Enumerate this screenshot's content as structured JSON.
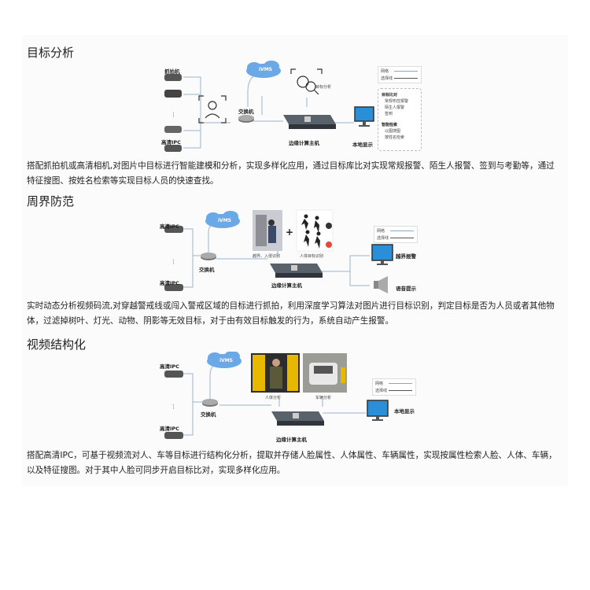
{
  "sections": [
    {
      "title": "目标分析",
      "description": "搭配抓拍机或高清相机,对图片中目标进行智能建模和分析，实现多样化应用，通过目标库比对实现常规报警、陌生人报警、签到与考勤等，通过特征搜图、按姓名检索等实现目标人员的快速查找。",
      "labels": {
        "snap_camera": "抓拍机",
        "ipc": "高清IPC",
        "cloud": "iVMS",
        "switch": "交换机",
        "target_analysis": "目标分析",
        "edge_host": "边缘计算主机",
        "local_display": "本地显示",
        "legend_network": "网络",
        "legend_picture": "选择线",
        "group1_title": "目标比对",
        "group1_items": [
          "常规布控报警",
          "陌生人报警",
          "签到"
        ],
        "group2_title": "智能检索",
        "group2_items": [
          "以图搜图",
          "按姓名检索"
        ]
      }
    },
    {
      "title": "周界防范",
      "description": "实时动态分析视频码流,对穿越警戒线或闯入警戒区域的目标进行抓拍，利用深度学习算法对图片进行目标识别，判定目标是否为人员或者其他物体，过滤掉树叶、灯光、动物、阴影等无效目标，对于由有效目标触发的行为，系统自动产生报警。",
      "labels": {
        "ipc_top": "高清IPC",
        "ipc_bottom": "高清IPC",
        "cloud": "iVMS",
        "switch": "交换机",
        "intrusion": "越界、入侵识别",
        "human_detect": "人体目标识别",
        "edge_host": "边缘计算主机",
        "border_alarm": "越界报警",
        "voice_prompt": "语音提示",
        "legend_network": "网络",
        "legend_picture": "选择线"
      }
    },
    {
      "title": "视频结构化",
      "description": "搭配高清IPC，可基于视频流对人、车等目标进行结构化分析，提取并存储人脸属性、人体属性、车辆属性，实现按属性检索人脸、人体、车辆，以及特征搜图。对于其中人脸可同步开启目标比对，实现多样化应用。",
      "labels": {
        "ipc_top": "高清IPC",
        "ipc_bottom": "高清IPC",
        "cloud": "iVMS",
        "switch": "交换机",
        "human_analysis": "人体分析",
        "vehicle_analysis": "车辆分析",
        "edge_host": "边缘计算主机",
        "local_display": "本地显示",
        "legend_network": "网络",
        "legend_picture": "选择线"
      }
    }
  ],
  "colors": {
    "cloud": "#6aa8e6",
    "line": "#9ab4cf",
    "host": "#3a4149",
    "monitor_screen": "#2a8fd6",
    "alarm_red": "#e04a3a"
  }
}
